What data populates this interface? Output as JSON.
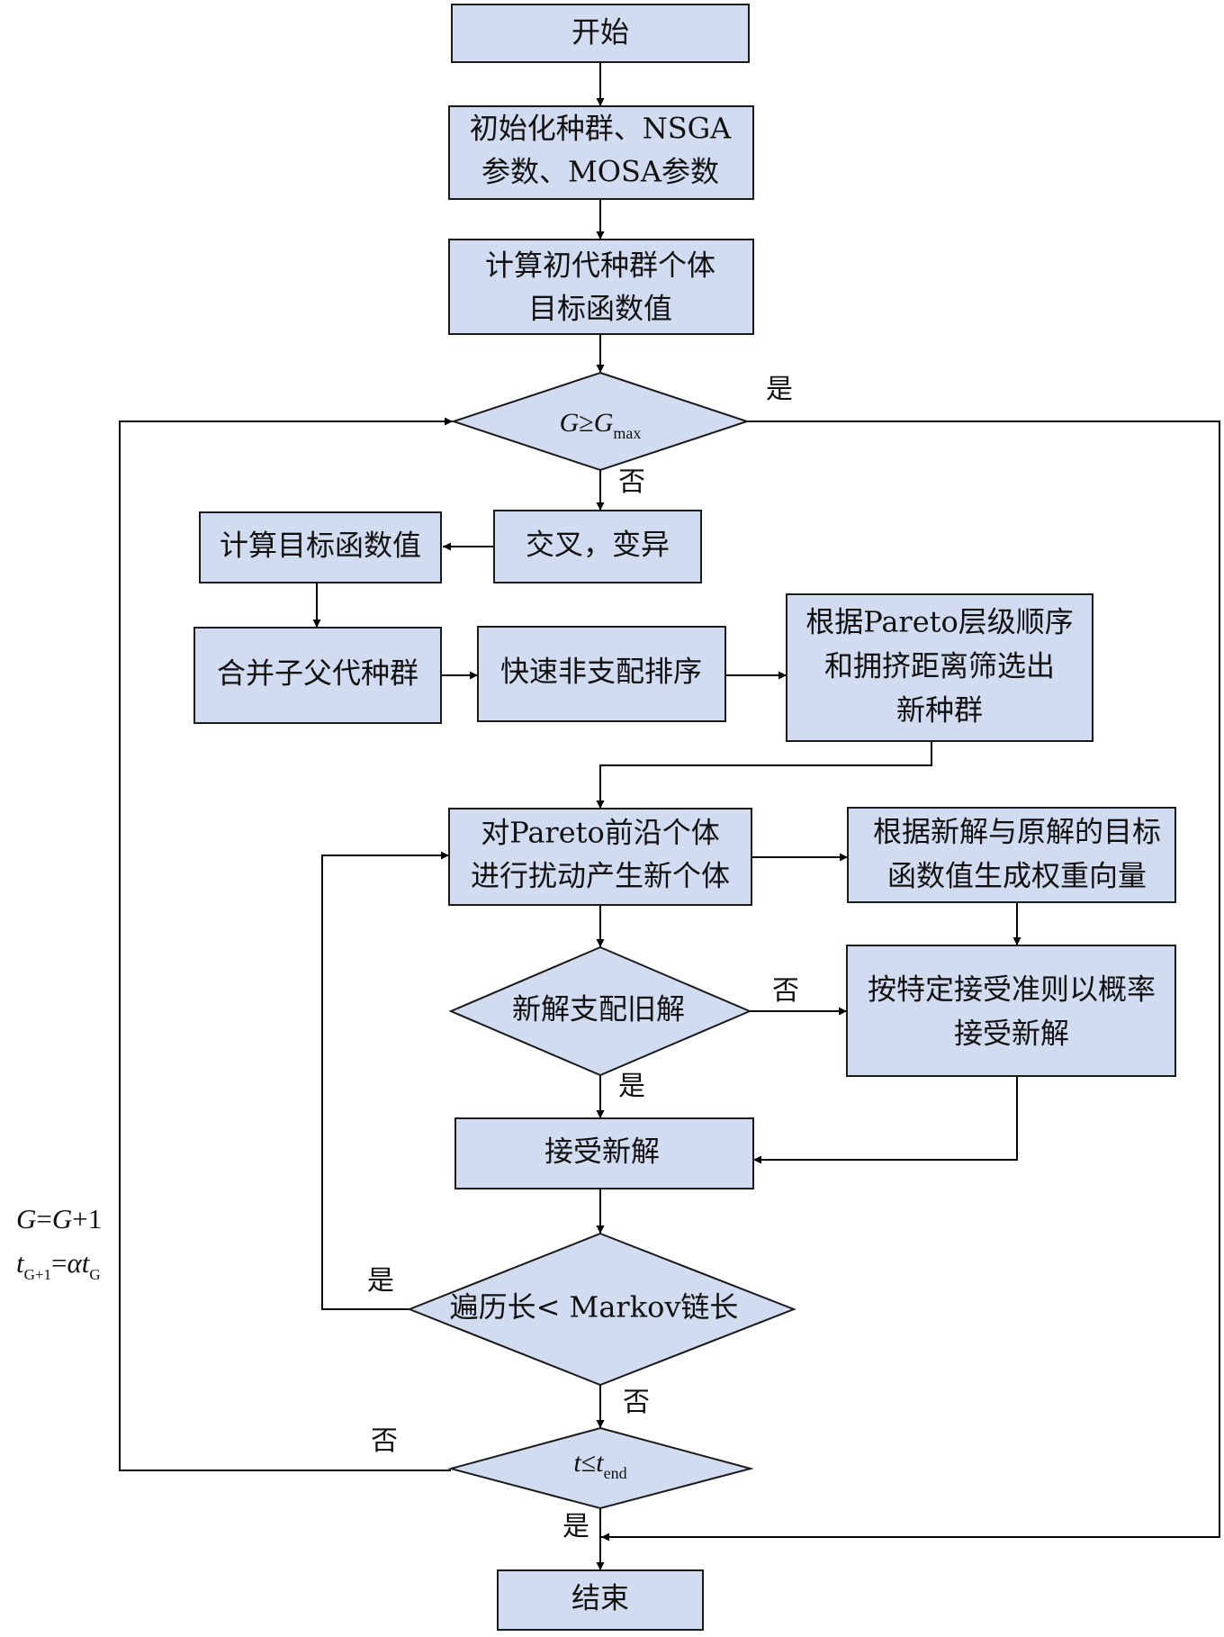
{
  "nodes": {
    "start": "开始",
    "init_line1": "初始化种群、NSGA",
    "init_line2": "参数、MOSA参数",
    "eval_init_line1": "计算初代种群个体",
    "eval_init_line2": "目标函数值",
    "cond_gen": {
      "var": "G",
      "op": "≥",
      "var2": "G",
      "sub": "max"
    },
    "crossover": "交叉，变异",
    "eval_obj": "计算目标函数值",
    "merge": "合并子父代种群",
    "sort": "快速非支配排序",
    "select_line1": "根据Pareto层级顺序",
    "select_line2": "和拥挤距离筛选出",
    "select_line3": "新种群",
    "perturb_line1": "对Pareto前沿个体",
    "perturb_line2": "进行扰动产生新个体",
    "weight_line1": "根据新解与原解的目标",
    "weight_line2": "函数值生成权重向量",
    "cond_dominate": "新解支配旧解",
    "accept_prob_line1": "按特定接受准则以概率",
    "accept_prob_line2": "接受新解",
    "accept": "接受新解",
    "cond_markov": "遍历长< Markov链长",
    "cond_temp": {
      "var": "t",
      "op": "≤",
      "var2": "t",
      "sub": "end"
    },
    "end": "结束"
  },
  "edge_labels": {
    "yes": "是",
    "no": "否"
  },
  "update_rule": {
    "line1": {
      "a": "G",
      "eq": "=",
      "b": "G",
      "rest": "+1"
    },
    "line2": {
      "t": "t",
      "sub1": "G+1",
      "eq": "=",
      "alpha": "α",
      "t2": "t",
      "sub2": "G"
    }
  }
}
